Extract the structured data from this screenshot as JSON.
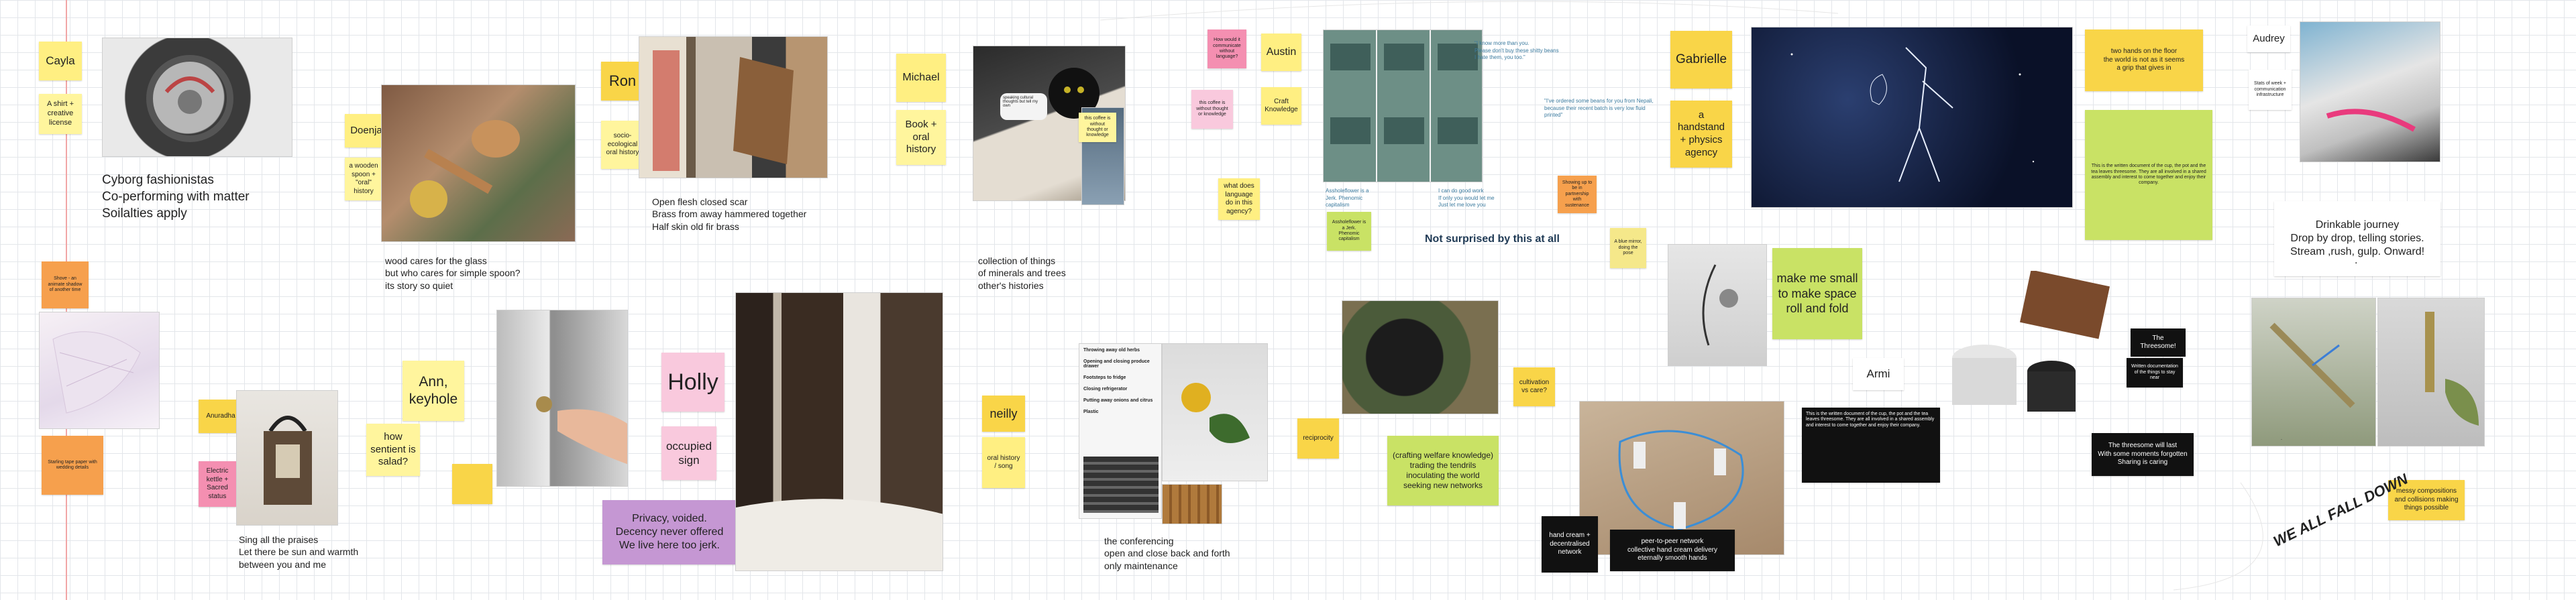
{
  "board": {
    "cayla": {
      "name": "Cayla",
      "shirt": "A shirt + creative license",
      "title": "Cyborg fashionistas\nCo-performing with matter\nSoilalties apply"
    },
    "left_column": {
      "orange1": "Shove - an animate shadow of another time",
      "orange2": "Starling tape paper with wedding details"
    },
    "doenja": {
      "name": "Doenja",
      "spoon": "a wooden spoon + \"oral\" history",
      "poem": "wood cares for the glass\nbut who cares for simple spoon?\nits story so quiet"
    },
    "ron": {
      "name": "Ron",
      "sub": "socio-ecological oral history",
      "poem": "Open flesh closed scar\nBrass from away hammered together\nHalf skin old fir brass"
    },
    "anuradha": {
      "name": "Anuradha",
      "kettle": "Electric kettle + Sacred status",
      "poem": "Sing all the praises\nLet there be sun and warmth\nbetween you and me"
    },
    "ann": {
      "name": "Ann, keyhole",
      "salad": "how sentient is salad?"
    },
    "holly": {
      "name": "Holly",
      "sign": "occupied sign",
      "privacy": "Privacy, voided.\nDecency never offered\nWe live here too jerk."
    },
    "michael": {
      "name": "Michael",
      "book": "Book + oral history",
      "poem": "collection of things\nof minerals and trees\nother's histories"
    },
    "neilly": {
      "name": "neilly",
      "song": "oral history / song",
      "poem": "the conferencing\nopen and close back and forth\nonly maintenance",
      "checklist": [
        "Throwing away old herbs",
        "Opening and closing produce drawer",
        "Footsteps to fridge",
        "Closing refrigerator",
        "Putting away onions and citrus",
        "Plastic"
      ]
    },
    "austin": {
      "name": "Austin",
      "craft": "Craft Knowledge",
      "agency": "what does language do in this agency?",
      "pink_q": "How would it communicate without language?",
      "pink_tip": "this coffee is without thought or knowledge"
    },
    "center": {
      "bold": "Not surprised by this at all",
      "cultivation": "cultivation vs care?",
      "reciprocity": "reciprocity",
      "crafting": "(crafting welfare knowledge)\ntrading the tendrils\ninoculating the world\nseeking new networks",
      "quote1": "\"I know more than you.\nPlease don't buy these shitty beans\nI hate them, you too.\"",
      "quote2": "\"I've ordered some beans for you from Nepali, because their recent batch is very low fluid printed\"",
      "blue1": "Assholeflower is a Jerk. Phenomic capitalism",
      "blue2": "I can do good work\nIf only you would let me\nJust let me love you"
    },
    "gabrielle": {
      "name": "Gabrielle",
      "agency": "a handstand + physics agency",
      "two_hands": "two hands on the floor\nthe world is not as it seems\na grip that gives in",
      "pink_note": "Showing up to be in partnership with sustenance",
      "blue_note": "A blue mirror, doing the pose",
      "make_me": "make me small to make space roll and fold"
    },
    "armi": {
      "name": "Armi",
      "hand_cream": "hand cream + decentralised network",
      "p2p": "peer-to-peer network\ncollective hand cream delivery\neternally smooth hands",
      "written": "This is the written document of the cup, the pot and the tea leaves threesome. They are all involved in a shared assembly and interest to come together and enjoy their company.",
      "threesome": "The Threesome!",
      "threesome_note": "The threesome will last\nWith some moments forgotten\nSharing is caring",
      "written_tag": "Written documentation of the things to stay near"
    },
    "audrey": {
      "name": "Audrey",
      "stats": "Stats of week + communication infrastructure",
      "journey": "Drinkable journey\nDrop by drop, telling stories.\nStream ,rush, gulp. Onward!",
      "dot": ".",
      "messy": "messy compositions and collisions making things possible",
      "fall": "WE ALL FALL DOWN"
    },
    "chat": {
      "bubble": "speaking cultural thoughts but tell my own"
    }
  },
  "colors": {
    "grid": "#e3e6ea",
    "margin_line": "#f1a6a6",
    "yellow": "#fff59d",
    "gold": "#f9d548",
    "orange": "#f6a04d",
    "pink": "#f9c9dd",
    "lime": "#c9e265",
    "purple": "#c597d3"
  }
}
